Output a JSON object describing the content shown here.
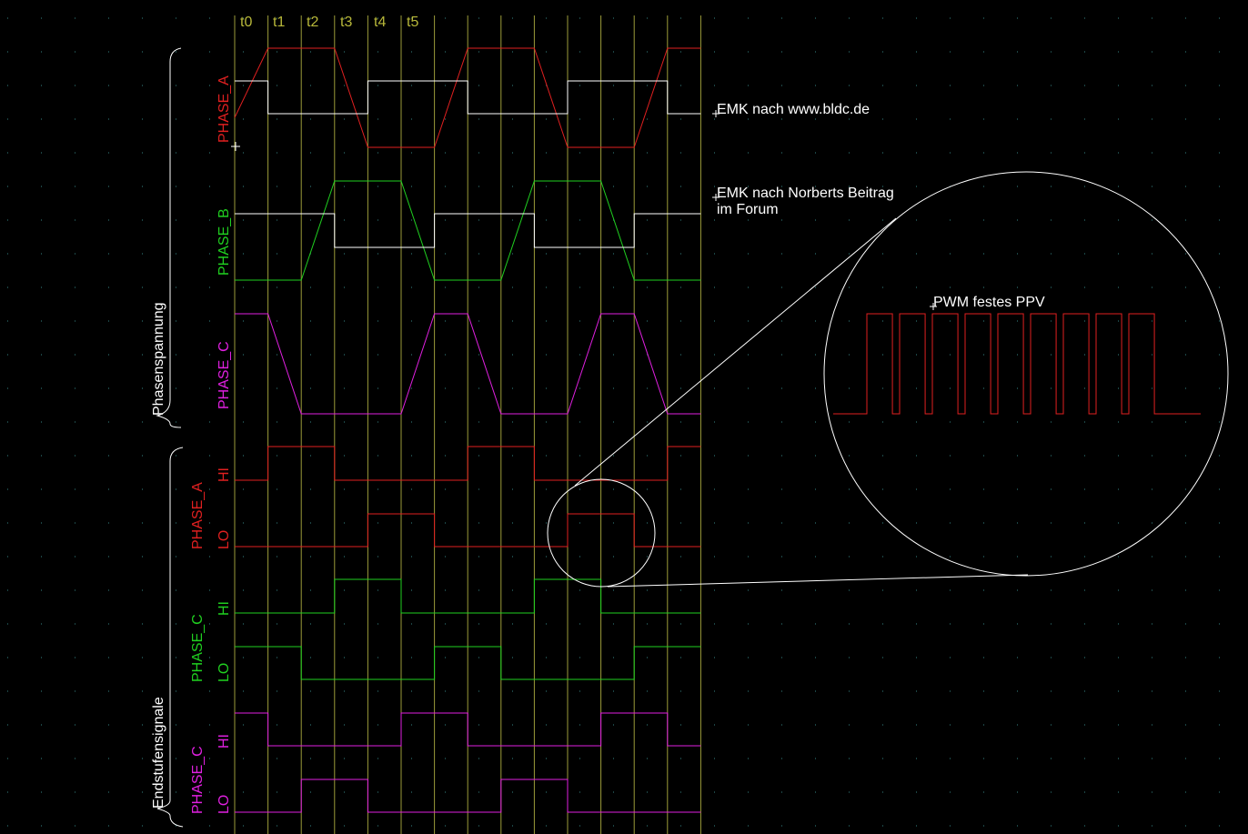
{
  "time_markers": [
    "t0",
    "t1",
    "t2",
    "t3",
    "t4",
    "t5"
  ],
  "group_labels": {
    "phase_voltage": "Phasenspannung",
    "driver_signals": "Endstufensignale"
  },
  "phase_labels": {
    "a": "PHASE_A",
    "b": "PHASE_B",
    "c": "PHASE_C"
  },
  "driver_labels": {
    "a": "PHASE_A",
    "c1": "PHASE_C",
    "c2": "PHASE_C",
    "hi": "HI",
    "lo": "LO"
  },
  "annotations": {
    "emk_bldc": "EMK nach www.bldc.de",
    "emk_norbert_line1": "EMK nach Norberts Beitrag",
    "emk_norbert_line2": "im Forum",
    "pwm": "PWM festes PPV"
  },
  "colors": {
    "background": "#000000",
    "grid_dot": "#2e6e6e",
    "time_line": "#9c9c3a",
    "phase_a": "#e02020",
    "phase_b": "#20d020",
    "phase_c": "#e020e0",
    "emk": "#ffffff",
    "marker_text": "#b8b83a"
  },
  "waveforms": {
    "phase_a": [
      0.3,
      1,
      1,
      1,
      0,
      0,
      0,
      1,
      1,
      1,
      0,
      0,
      0,
      1,
      1
    ],
    "phase_b": [
      0,
      0,
      0,
      1,
      1,
      1,
      0,
      0,
      0,
      1,
      1,
      1,
      0,
      0,
      0
    ],
    "phase_c": [
      1,
      1,
      0,
      0,
      0,
      0,
      1,
      1,
      0,
      0,
      0,
      1,
      1,
      0,
      0
    ],
    "emk_a": [
      1,
      0,
      0,
      0,
      1,
      1,
      1,
      0,
      0,
      0,
      1,
      1,
      1,
      0,
      0
    ],
    "emk_b": [
      1,
      1,
      1,
      0,
      0,
      0,
      1,
      1,
      1,
      0,
      0,
      0,
      1,
      1,
      1
    ],
    "a_hi": [
      0,
      1,
      1,
      0,
      0,
      0,
      0,
      1,
      1,
      0,
      0,
      0,
      0,
      1,
      1
    ],
    "a_lo": [
      0,
      0,
      0,
      0,
      1,
      1,
      0,
      0,
      0,
      0,
      1,
      1,
      0,
      0,
      0
    ],
    "c1_hi": [
      0,
      0,
      0,
      1,
      1,
      0,
      0,
      0,
      0,
      1,
      1,
      0,
      0,
      0,
      0
    ],
    "c1_lo": [
      1,
      1,
      0,
      0,
      0,
      0,
      1,
      1,
      0,
      0,
      0,
      0,
      1,
      1,
      1
    ],
    "c2_hi": [
      1,
      0,
      0,
      0,
      0,
      1,
      1,
      0,
      0,
      0,
      0,
      1,
      1,
      0,
      0
    ],
    "c2_lo": [
      0,
      0,
      1,
      1,
      0,
      0,
      0,
      0,
      1,
      1,
      0,
      0,
      0,
      0,
      0
    ]
  },
  "pwm_pulses": 9
}
